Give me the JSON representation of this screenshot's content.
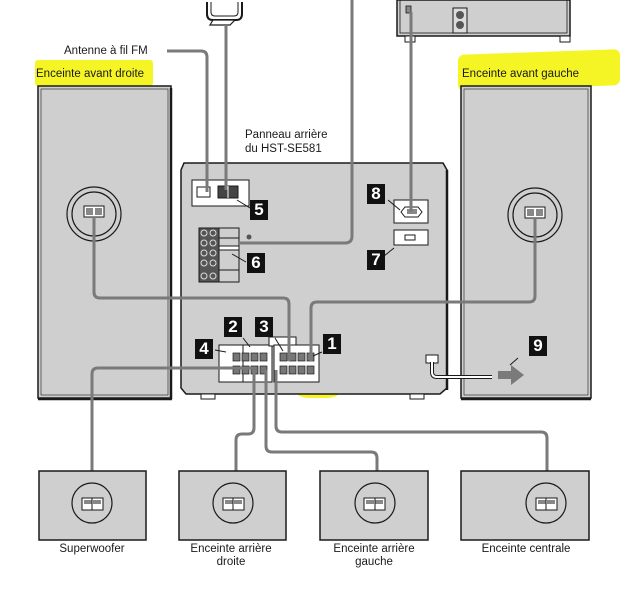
{
  "diagram": {
    "title_panel": "Panneau arrière du HST-SE581",
    "labels": {
      "fm_antenna": "Antenne à fil FM",
      "front_right": "Enceinte avant droite",
      "front_left": "Enceinte avant gauche",
      "rear_panel_line1": "Panneau arrière",
      "rear_panel_line2": "du HST-SE581",
      "superwoofer": "Superwoofer",
      "rear_right_line1": "Enceinte arrière",
      "rear_right_line2": "droite",
      "rear_left_line1": "Enceinte arrière",
      "rear_left_line2": "gauche",
      "center": "Enceinte centrale"
    },
    "callouts": [
      "1",
      "2",
      "3",
      "4",
      "5",
      "6",
      "7",
      "8",
      "9"
    ],
    "colors": {
      "panel_fill": "#cfcfcf",
      "cable": "#7a7a7a",
      "outline": "#1a1a1a",
      "highlight": "#f3f300",
      "badge_bg": "#111111"
    },
    "icons": {
      "am_loop_antenna": "loop-antenna-icon",
      "speaker_terminal": "speaker-terminal-icon",
      "power_arrow": "arrow-right-icon",
      "ac_inlet": "ac-inlet-icon"
    }
  }
}
